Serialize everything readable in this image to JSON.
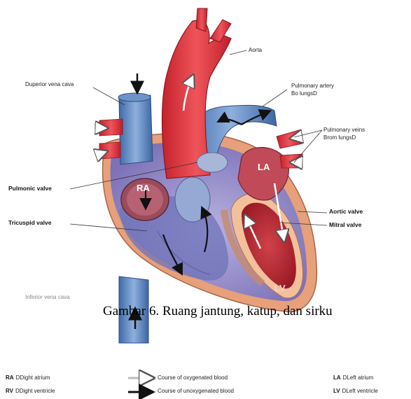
{
  "labels": {
    "aorta": "Aorta",
    "superior_vena_cava": "Duperior vena cava",
    "pulmonary_artery_line1": "Pulmonary artery",
    "pulmonary_artery_line2": "Bo lungsD",
    "pulmonary_veins_line1": "Pulmonary veins",
    "pulmonary_veins_line2": "Brom lungsD",
    "pulmonic_valve": "Pulmonic valve",
    "tricuspid_valve": "Tricuspid valve",
    "aortic_valve": "Aortic valve",
    "mitral_valve": "Mitral valve",
    "inferior_vena_cava": "Inferior vena cava",
    "ra": "RA",
    "la": "LA",
    "lv": "LV"
  },
  "caption": "Gambar 6. Ruang jantung, katup, dan sirku",
  "legend": {
    "ra_abbr": "RA",
    "ra_text": "DDight atrium",
    "rv_abbr": "RV",
    "rv_text": "DDight ventricle",
    "la_abbr": "LA",
    "la_text": "DLeft atrium",
    "lv_abbr": "LV",
    "lv_text": "DLeft ventricle",
    "oxygenated": "Course of oxygenated blood",
    "unoxygenated": "Course of unoxygenated blood"
  },
  "colors": {
    "oxygenated_red": "#d8313a",
    "deoxygenated_blue": "#4a78b8",
    "muscle_purple": "#8f86c4",
    "myocardium_orange": "#e7a07a"
  }
}
